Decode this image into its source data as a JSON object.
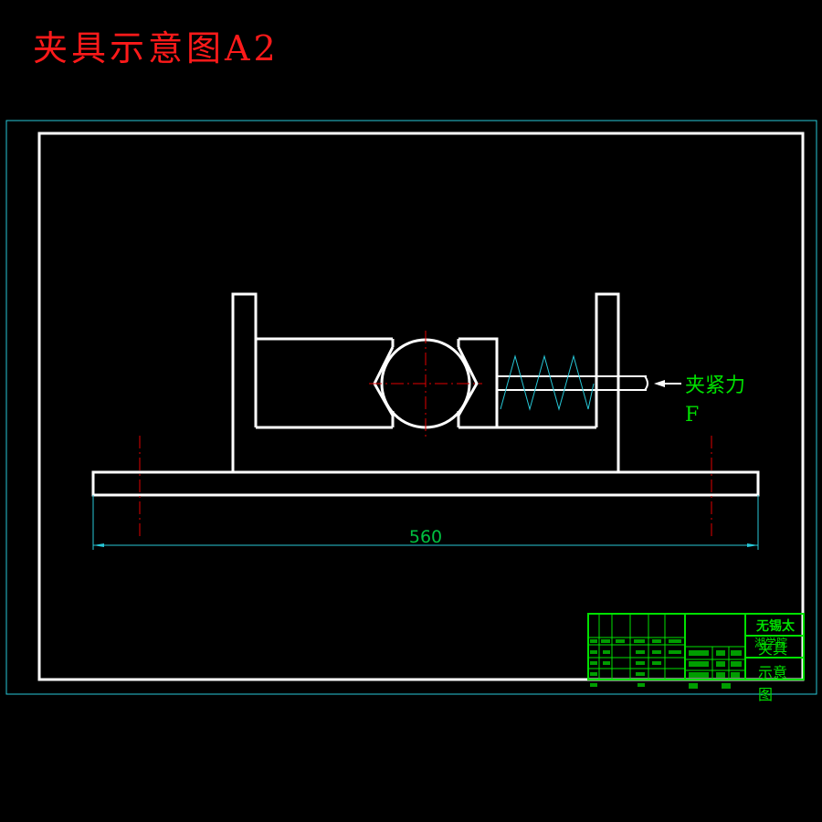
{
  "title": "夹具示意图A2",
  "dimension": "560",
  "force_label_line1": "夹紧力",
  "force_label_line2": "F",
  "title_block": {
    "company": "无锡太",
    "company_2": "湖学院",
    "drawing_name": "夹具",
    "drawing_name_2": "示意",
    "drawing_name_3": "图"
  },
  "colors": {
    "background": "#000000",
    "title": "#ff1a1a",
    "outline": "#ffffff",
    "dimension": "#27c8d8",
    "centerline": "#e00000",
    "title_block": "#00e000"
  }
}
